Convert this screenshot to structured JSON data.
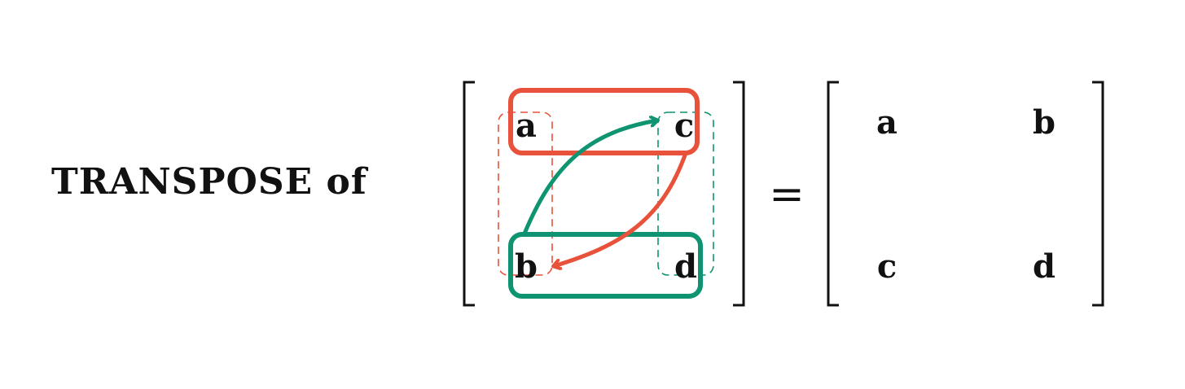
{
  "title": "TRANSPOSE of",
  "equals": "=",
  "left_matrix": {
    "a": "a",
    "c": "c",
    "b": "b",
    "d": "d"
  },
  "right_matrix": {
    "r1c1": "a",
    "r1c2": "b",
    "r2c1": "c",
    "r2c2": "d"
  },
  "colors": {
    "red": "#E8513A",
    "green": "#0E9470",
    "text": "#111111",
    "bracket": "#111111"
  }
}
